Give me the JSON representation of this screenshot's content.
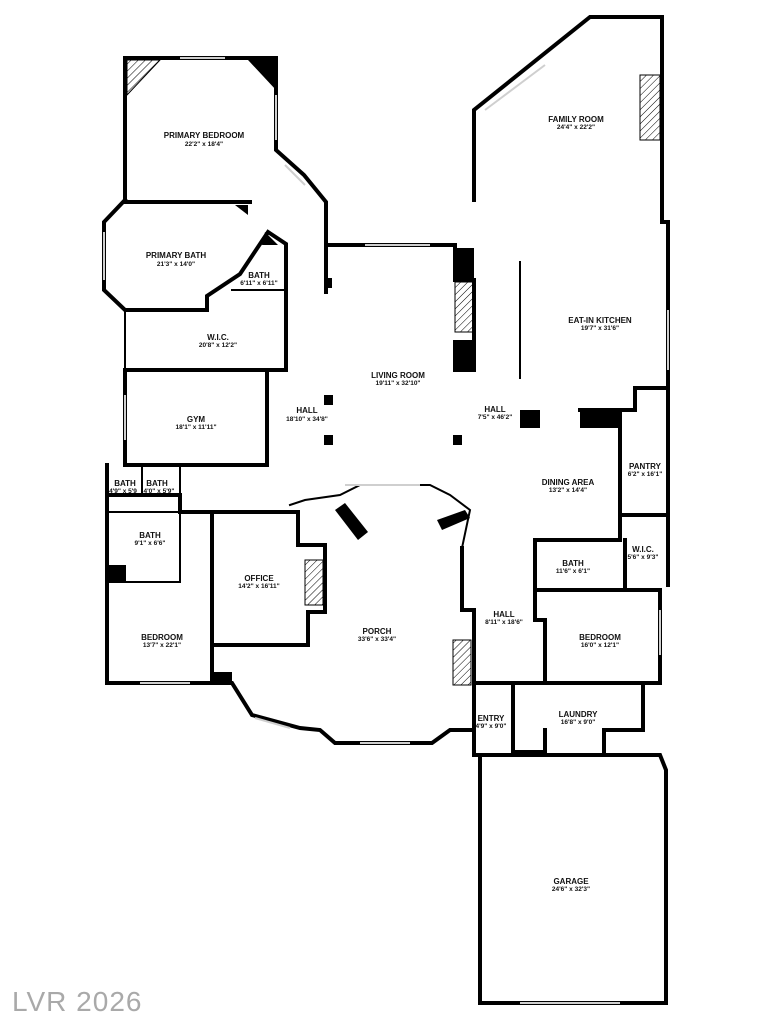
{
  "watermark": "LVR 2026",
  "rooms": [
    {
      "id": "primary-bedroom",
      "name": "PRIMARY BEDROOM",
      "dims": "22'2\" x 18'4\""
    },
    {
      "id": "family-room",
      "name": "FAMILY ROOM",
      "dims": "24'4\" x 22'2\""
    },
    {
      "id": "primary-bath",
      "name": "PRIMARY BATH",
      "dims": "21'3\" x 14'0\""
    },
    {
      "id": "bath-1",
      "name": "BATH",
      "dims": "6'11\" x 6'11\""
    },
    {
      "id": "eat-in-kitchen",
      "name": "EAT-IN KITCHEN",
      "dims": "19'7\" x 31'6\""
    },
    {
      "id": "wic-1",
      "name": "W.I.C.",
      "dims": "20'8\" x 12'2\""
    },
    {
      "id": "living-room",
      "name": "LIVING ROOM",
      "dims": "19'11\" x 32'10\""
    },
    {
      "id": "hall-1",
      "name": "HALL",
      "dims": "18'10\" x 34'8\""
    },
    {
      "id": "hall-2",
      "name": "HALL",
      "dims": "7'5\" x 46'2\""
    },
    {
      "id": "gym",
      "name": "GYM",
      "dims": "18'1\" x 11'11\""
    },
    {
      "id": "pantry",
      "name": "PANTRY",
      "dims": "6'2\" x 16'1\""
    },
    {
      "id": "bath-2",
      "name": "BATH",
      "dims": "4'9\" x 5'9"
    },
    {
      "id": "bath-3",
      "name": "BATH",
      "dims": "4'0\" x 5'9\""
    },
    {
      "id": "dining-area",
      "name": "DINING AREA",
      "dims": "13'2\" x 14'4\""
    },
    {
      "id": "bath-4",
      "name": "BATH",
      "dims": "9'1\" x 6'6\""
    },
    {
      "id": "bath-5",
      "name": "BATH",
      "dims": "11'6\" x 6'1\""
    },
    {
      "id": "wic-2",
      "name": "W.I.C.",
      "dims": "5'6\" x 9'3\""
    },
    {
      "id": "office",
      "name": "OFFICE",
      "dims": "14'2\" x 16'11\""
    },
    {
      "id": "porch",
      "name": "PORCH",
      "dims": "33'6\" x 33'4\""
    },
    {
      "id": "hall-3",
      "name": "HALL",
      "dims": "8'11\" x 18'6\""
    },
    {
      "id": "bedroom-1",
      "name": "BEDROOM",
      "dims": "13'7\" x 22'1\""
    },
    {
      "id": "bedroom-2",
      "name": "BEDROOM",
      "dims": "16'0\" x 12'1\""
    },
    {
      "id": "entry",
      "name": "ENTRY",
      "dims": "4'9\" x 9'0\""
    },
    {
      "id": "laundry",
      "name": "LAUNDRY",
      "dims": "16'8\" x 9'0\""
    },
    {
      "id": "garage",
      "name": "GARAGE",
      "dims": "24'6\" x 32'3\""
    }
  ]
}
